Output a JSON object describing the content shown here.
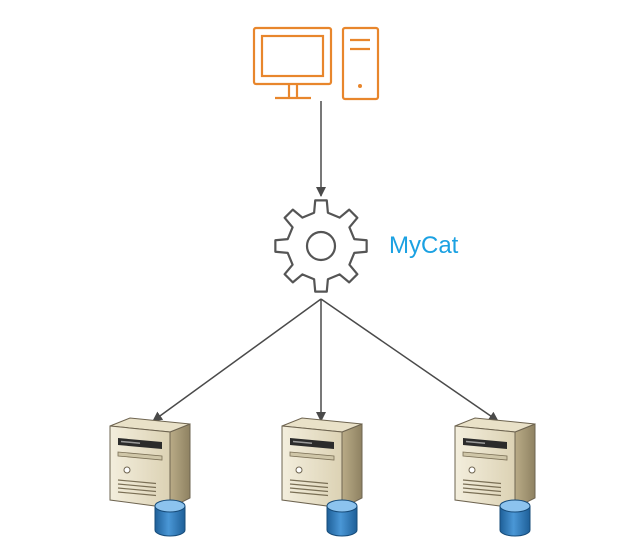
{
  "diagram": {
    "proxy_label": "MyCat",
    "colors": {
      "client": "#E8862C",
      "proxy": "#555555",
      "label": "#1BA1E2",
      "edge": "#4A4A4A",
      "server_light": "#EFE8D4",
      "server_mid": "#D2C7A6",
      "server_dark": "#A89A76",
      "db": "#2E79BA"
    },
    "nodes": [
      {
        "id": "client",
        "icon": "desktop-computer-icon"
      },
      {
        "id": "mycat",
        "icon": "gear-icon"
      },
      {
        "id": "server-1",
        "icon": "database-server-icon"
      },
      {
        "id": "server-2",
        "icon": "database-server-icon"
      },
      {
        "id": "server-3",
        "icon": "database-server-icon"
      }
    ],
    "edges": [
      {
        "from": "client",
        "to": "mycat"
      },
      {
        "from": "mycat",
        "to": "server-1"
      },
      {
        "from": "mycat",
        "to": "server-2"
      },
      {
        "from": "mycat",
        "to": "server-3"
      }
    ]
  }
}
